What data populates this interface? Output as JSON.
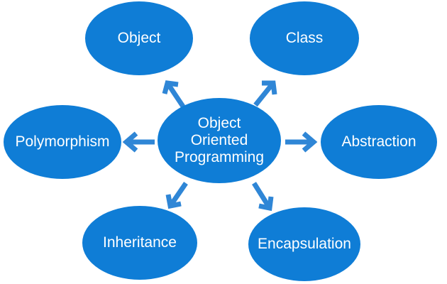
{
  "diagram": {
    "colors": {
      "node_fill": "#0F7DD6",
      "arrow": "#2F86D6",
      "text": "#FFFFFF"
    },
    "center": {
      "lines": [
        "Object",
        "Oriented",
        "Programming"
      ]
    },
    "nodes": {
      "object": "Object",
      "class": "Class",
      "polymorphism": "Polymorphism",
      "abstraction": "Abstraction",
      "inheritance": "Inheritance",
      "encapsulation": "Encapsulation"
    }
  }
}
